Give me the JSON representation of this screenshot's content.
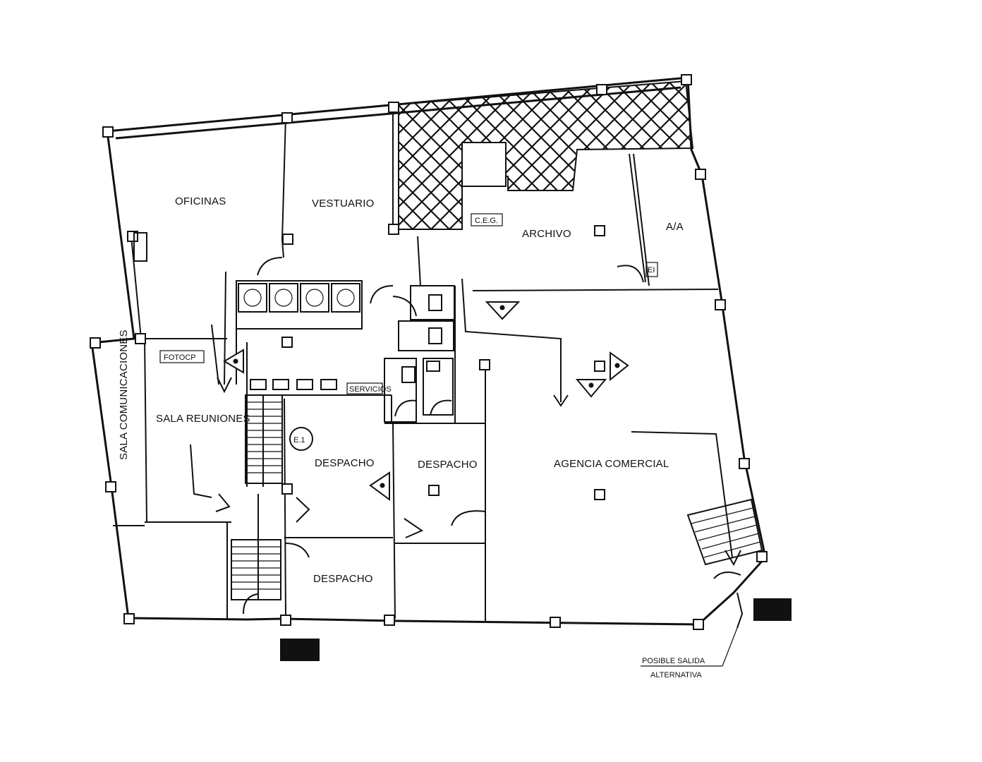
{
  "rooms": {
    "oficinas": "OFICINAS",
    "vestuario": "VESTUARIO",
    "archivo": "ARCHIVO",
    "aa": "A/A",
    "ceg": "C.E.G.",
    "fotocp": "FOTOCP",
    "sala_comunicaciones": "SALA COMUNICACIONES",
    "sala_reuniones": "SALA REUNIONES",
    "despacho_1": "DESPACHO",
    "despacho_2": "DESPACHO",
    "despacho_3": "DESPACHO",
    "agencia_comercial": "AGENCIA COMERCIAL",
    "servicios": "SERVICIOS",
    "e1": "E.1",
    "ei": "EI"
  },
  "notes": {
    "salida_line1": "POSIBLE SALIDA",
    "salida_line2": "ALTERNATIVA"
  },
  "colors": {
    "ink": "#111111",
    "paper": "#ffffff"
  }
}
